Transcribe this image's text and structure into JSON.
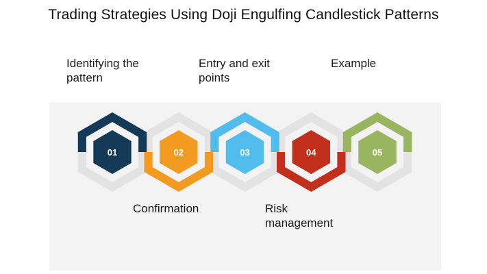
{
  "title": "Trading Strategies Using Doji Engulfing Candlestick Patterns",
  "steps": [
    {
      "number": "01",
      "label": "Identifying the\npattern",
      "color": "#153a57",
      "position": "top"
    },
    {
      "number": "02",
      "label": "Confirmation",
      "color": "#f39a20",
      "position": "bottom"
    },
    {
      "number": "03",
      "label": "Entry and exit\npoints",
      "color": "#52bdec",
      "position": "top"
    },
    {
      "number": "04",
      "label": "Risk\nmanagement",
      "color": "#c22f1c",
      "position": "bottom"
    },
    {
      "number": "05",
      "label": "Example",
      "color": "#99b55f",
      "position": "top"
    }
  ],
  "colors": {
    "ring_gray": "#e3e3e3",
    "background_band": "#f3f3f3",
    "text": "#1a1a1a"
  }
}
